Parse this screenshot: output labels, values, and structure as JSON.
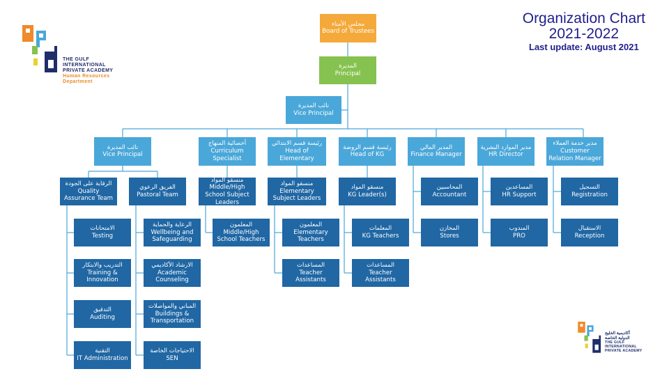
{
  "title": {
    "line1": "Organization Chart",
    "line2": "2021-2022",
    "line3": "Last update: August 2021"
  },
  "logo_top": {
    "line1": "THE GULF",
    "line2": "INTERNATIONAL",
    "line3": "PRIVATE ACADEMY",
    "dept1": "Human Resources",
    "dept2": "Department"
  },
  "logo_bottom": {
    "arabic1": "أكاديمية الخليج",
    "arabic2": "الدولية الخاصة",
    "line1": "THE GULF",
    "line2": "INTERNATIONAL",
    "line3": "PRIVATE ACADEMY"
  },
  "colors": {
    "board": "#f5a93a",
    "principal": "#86c24f",
    "vice": "#4aa7d9",
    "unit": "#2067a4",
    "connector": "#4aa7d9"
  },
  "nodes": {
    "board": {
      "ar": "مجلس الأمناء",
      "en": "Board of Trustees"
    },
    "principal": {
      "ar": "المديرة",
      "en": "Principal"
    },
    "vp_top": {
      "ar": "نائب المديرة",
      "en": "Vice Principal"
    },
    "vp2": {
      "ar": "نائب المديرة",
      "en": "Vice Principal"
    },
    "curriculum": {
      "ar": "أخصائية المنهاج",
      "en": "Curriculum Specialist"
    },
    "head_elem": {
      "ar": "رئيسة قسم الابتدائي",
      "en": "Head of Elementary"
    },
    "head_kg": {
      "ar": "رئيسة قسم الروضة",
      "en": "Head of KG"
    },
    "finance": {
      "ar": "المدير المالي",
      "en": "Finance Manager"
    },
    "hr": {
      "ar": "مدير الموارد البشرية",
      "en": "HR Director"
    },
    "crm": {
      "ar": "مدير خدمة العملاء",
      "en": "Customer Relation Manager"
    },
    "qa": {
      "ar": "الرقابة على الجودة",
      "en": "Quality Assurance Team"
    },
    "pastoral": {
      "ar": "الفريق الرعوي",
      "en": "Pastoral Team"
    },
    "testing": {
      "ar": "الامتحانات",
      "en": "Testing"
    },
    "training": {
      "ar": "التدريب والابتكار",
      "en": "Training & Innovation"
    },
    "auditing": {
      "ar": "التدقيق",
      "en": "Auditing"
    },
    "it": {
      "ar": "التقنية",
      "en": "IT Administration"
    },
    "wellbeing": {
      "ar": "الرعاية والحماية",
      "en": "Wellbeing and Safeguarding"
    },
    "counseling": {
      "ar": "الارشاد الأكاديمي",
      "en": "Academic Counseling"
    },
    "buildings": {
      "ar": "المباني والمواصلات",
      "en": "Buildings & Transportation"
    },
    "sen": {
      "ar": "الاحتياجات الخاصة",
      "en": "SEN"
    },
    "mhs_leaders": {
      "ar": "منسقو المواد",
      "en": "Middle/High School Subject Leaders"
    },
    "mhs_teachers": {
      "ar": "المعلمون",
      "en": "Middle/High School Teachers"
    },
    "elem_leaders": {
      "ar": "منسقو المواد",
      "en": "Elementary Subject Leaders"
    },
    "elem_teachers": {
      "ar": "المعلمون",
      "en": "Elementary Teachers"
    },
    "elem_assist": {
      "ar": "المساعدات",
      "en": "Teacher Assistants"
    },
    "kg_leaders": {
      "ar": "منسقو المواد",
      "en": "KG Leader(s)"
    },
    "kg_teachers": {
      "ar": "المعلمات",
      "en": "KG Teachers"
    },
    "kg_assist": {
      "ar": "المساعدات",
      "en": "Teacher Assistants"
    },
    "accountant": {
      "ar": "المحاسبين",
      "en": "Accountant"
    },
    "stores": {
      "ar": "المخازن",
      "en": "Stores"
    },
    "hr_support": {
      "ar": "المساعدين",
      "en": "HR Support"
    },
    "pro": {
      "ar": "المندوب",
      "en": "PRO"
    },
    "registration": {
      "ar": "التسجيل",
      "en": "Registration"
    },
    "reception": {
      "ar": "الاستقبال",
      "en": "Reception"
    }
  }
}
